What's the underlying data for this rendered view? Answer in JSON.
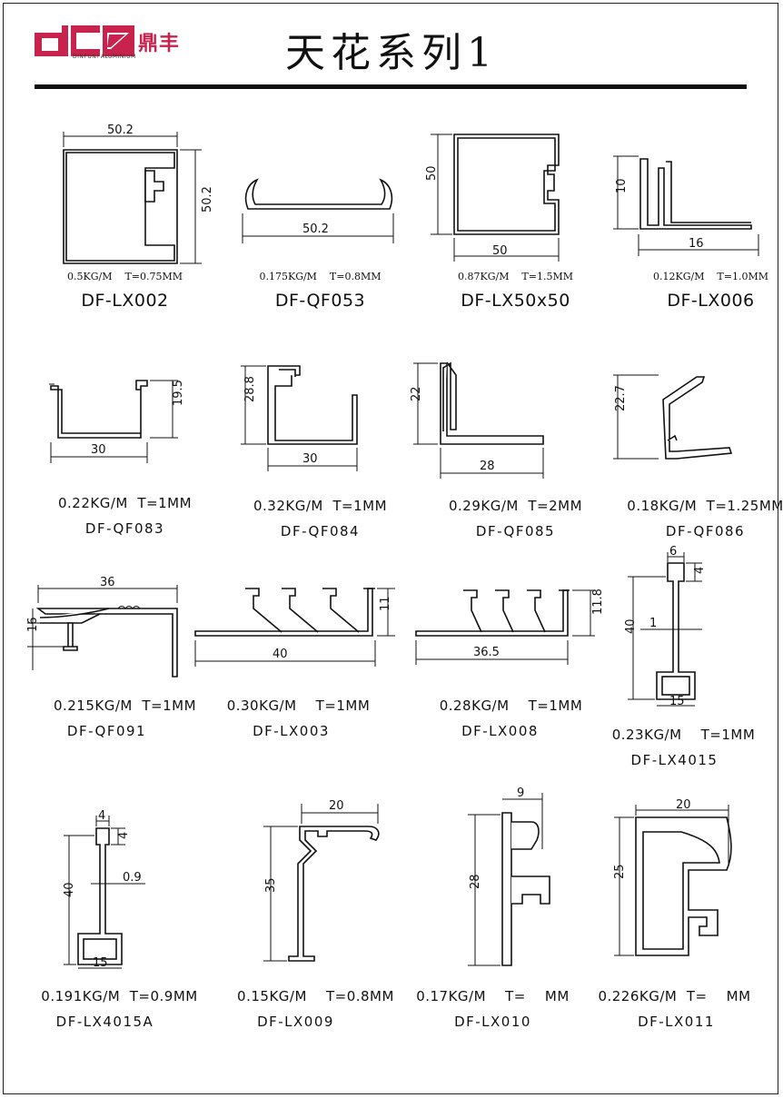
{
  "header": {
    "logo_brand_cn": "鼎丰",
    "logo_brand_en": "DINFUNI ALUMINIUM",
    "title": "天花系列1"
  },
  "colors": {
    "brand": "#c8234d",
    "ink": "#111111"
  },
  "products": [
    {
      "code": "DF-LX002",
      "spec": "0.5KG/M    T=0.75MM",
      "dims": [
        "50.2",
        "50.2"
      ]
    },
    {
      "code": "DF-QF053",
      "spec": "0.175KG/M    T=0.8MM",
      "dims": [
        "50.2"
      ]
    },
    {
      "code": "DF-LX50x50",
      "spec": "0.87KG/M    T=1.5MM",
      "dims": [
        "50",
        "50"
      ]
    },
    {
      "code": "DF-LX006",
      "spec": "0.12KG/M    T=1.0MM",
      "dims": [
        "10",
        "16"
      ]
    },
    {
      "code": "DF-QF083",
      "spec": "0.22KG/M  T=1MM",
      "dims": [
        "19.5",
        "30"
      ]
    },
    {
      "code": "DF-QF084",
      "spec": "0.32KG/M  T=1MM",
      "dims": [
        "28.8",
        "30"
      ]
    },
    {
      "code": "DF-QF085",
      "spec": "0.29KG/M  T=2MM",
      "dims": [
        "22",
        "28"
      ]
    },
    {
      "code": "DF-QF086",
      "spec": "0.18KG/M  T=1.25MM",
      "dims": [
        "22.7"
      ]
    },
    {
      "code": "DF-QF091",
      "spec": "0.215KG/M  T=1MM",
      "dims": [
        "36",
        "16"
      ]
    },
    {
      "code": "DF-LX003",
      "spec": "0.30KG/M    T=1MM",
      "dims": [
        "11",
        "40"
      ]
    },
    {
      "code": "DF-LX008",
      "spec": "0.28KG/M    T=1MM",
      "dims": [
        "11.8",
        "36.5"
      ]
    },
    {
      "code": "DF-LX4015",
      "spec": "0.23KG/M    T=1MM",
      "dims": [
        "6",
        "4",
        "40",
        "1",
        "15"
      ]
    },
    {
      "code": "DF-LX4015A",
      "spec": "0.191KG/M  T=0.9MM",
      "dims": [
        "4",
        "4",
        "40",
        "0.9",
        "15"
      ]
    },
    {
      "code": "DF-LX009",
      "spec": "0.15KG/M    T=0.8MM",
      "dims": [
        "20",
        "35"
      ]
    },
    {
      "code": "DF-LX010",
      "spec": "0.17KG/M    T=    MM",
      "dims": [
        "9",
        "28"
      ]
    },
    {
      "code": "DF-LX011",
      "spec": "0.226KG/M  T=    MM",
      "dims": [
        "20",
        "25"
      ]
    }
  ]
}
